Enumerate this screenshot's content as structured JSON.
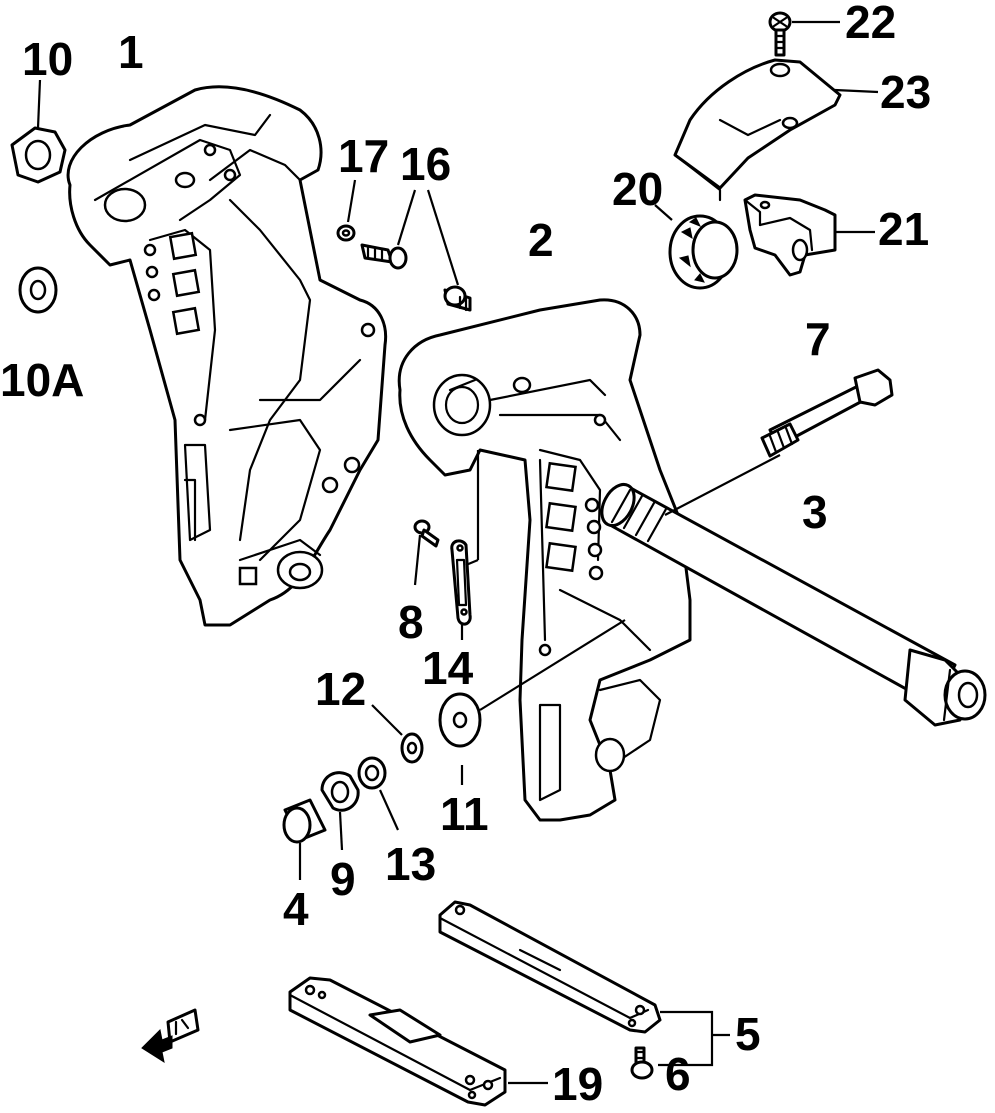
{
  "callouts": [
    {
      "id": "c10",
      "text": "10"
    },
    {
      "id": "c1",
      "text": "1"
    },
    {
      "id": "c10a",
      "text": "10A"
    },
    {
      "id": "c17",
      "text": "17"
    },
    {
      "id": "c16",
      "text": "16"
    },
    {
      "id": "c2",
      "text": "2"
    },
    {
      "id": "c22",
      "text": "22"
    },
    {
      "id": "c23",
      "text": "23"
    },
    {
      "id": "c20",
      "text": "20"
    },
    {
      "id": "c21",
      "text": "21"
    },
    {
      "id": "c7",
      "text": "7"
    },
    {
      "id": "c3",
      "text": "3"
    },
    {
      "id": "c8",
      "text": "8"
    },
    {
      "id": "c14",
      "text": "14"
    },
    {
      "id": "c12",
      "text": "12"
    },
    {
      "id": "c11",
      "text": "11"
    },
    {
      "id": "c4",
      "text": "4"
    },
    {
      "id": "c9",
      "text": "9"
    },
    {
      "id": "c13",
      "text": "13"
    },
    {
      "id": "c5",
      "text": "5"
    },
    {
      "id": "c6",
      "text": "6"
    },
    {
      "id": "c19",
      "text": "19"
    }
  ],
  "icons": {
    "front_arrow": "front-direction-arrow-icon"
  }
}
